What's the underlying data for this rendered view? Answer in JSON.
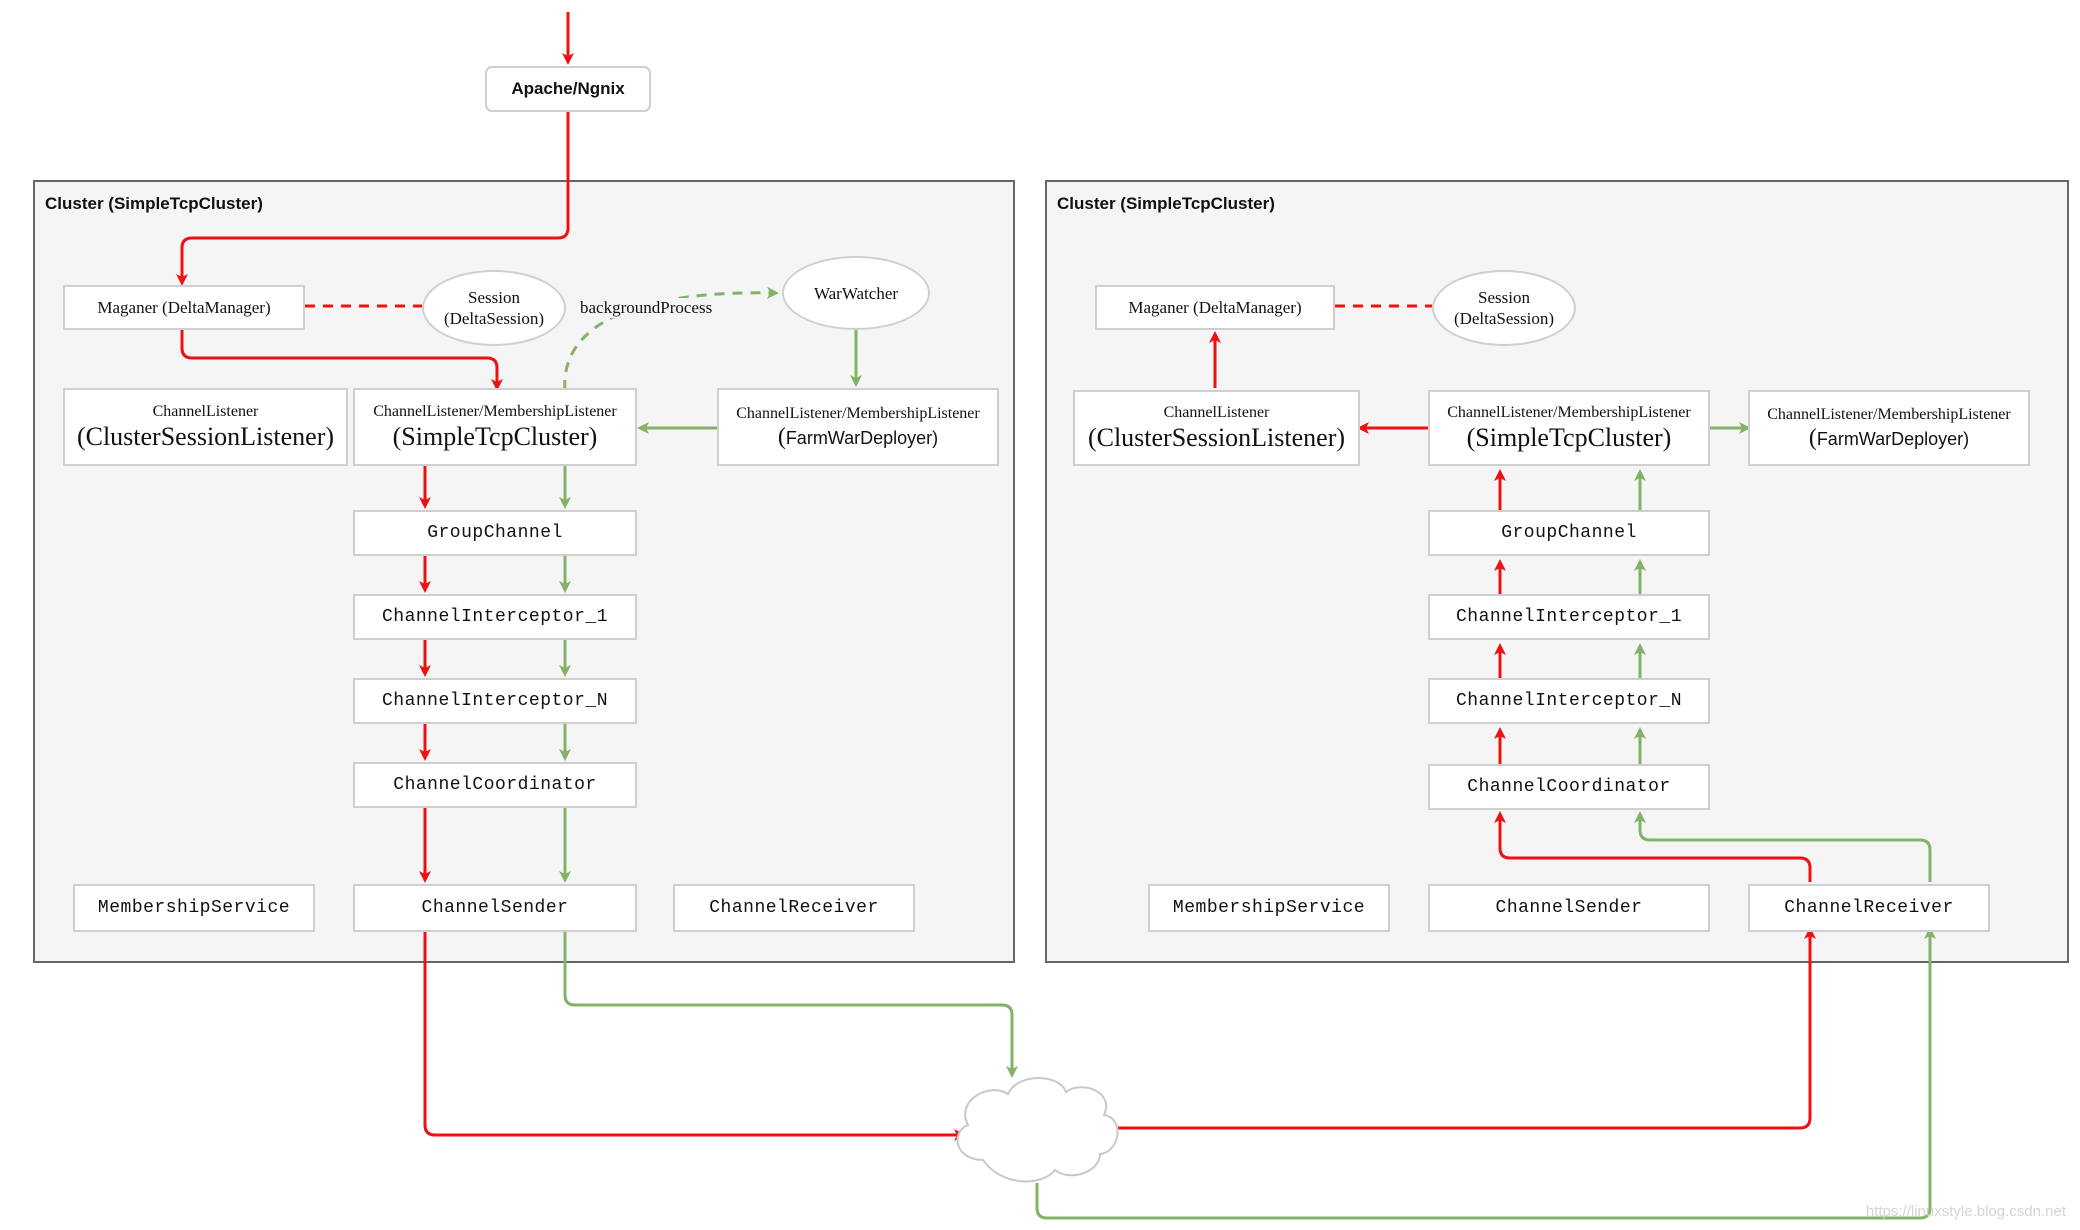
{
  "entry": {
    "label": "Apache/Ngnix"
  },
  "left": {
    "title": "Cluster (SimpleTcpCluster)",
    "manager": "Maganer (DeltaManager)",
    "session": {
      "line1": "Session",
      "line2": "(DeltaSession)"
    },
    "warwatcher": "WarWatcher",
    "background_label": "backgroundProcess",
    "listener_session": {
      "top": "ChannelListener",
      "main": "(ClusterSessionListener)"
    },
    "listener_cluster": {
      "top": "ChannelListener/MembershipListener",
      "main": "(SimpleTcpCluster)"
    },
    "listener_farm": {
      "top": "ChannelListener/MembershipListener",
      "paren": "(",
      "main": "FarmWarDeployer)"
    },
    "group_channel": "GroupChannel",
    "interceptor_1": "ChannelInterceptor_1",
    "interceptor_n": "ChannelInterceptor_N",
    "coordinator": "ChannelCoordinator",
    "membership": "MembershipService",
    "sender": "ChannelSender",
    "receiver": "ChannelReceiver"
  },
  "right": {
    "title": "Cluster (SimpleTcpCluster)",
    "manager": "Maganer (DeltaManager)",
    "session": {
      "line1": "Session",
      "line2": "(DeltaSession)"
    },
    "listener_session": {
      "top": "ChannelListener",
      "main": "(ClusterSessionListener)"
    },
    "listener_cluster": {
      "top": "ChannelListener/MembershipListener",
      "main": "(SimpleTcpCluster)"
    },
    "listener_farm": {
      "top": "ChannelListener/MembershipListener",
      "paren": "(",
      "main": "FarmWarDeployer)"
    },
    "group_channel": "GroupChannel",
    "interceptor_1": "ChannelInterceptor_1",
    "interceptor_n": "ChannelInterceptor_N",
    "coordinator": "ChannelCoordinator",
    "membership": "MembershipService",
    "sender": "ChannelSender",
    "receiver": "ChannelReceiver"
  },
  "colors": {
    "red": "#ee1111",
    "green": "#82b366",
    "border": "#666666"
  },
  "watermark": "https://linuxstyle.blog.csdn.net"
}
